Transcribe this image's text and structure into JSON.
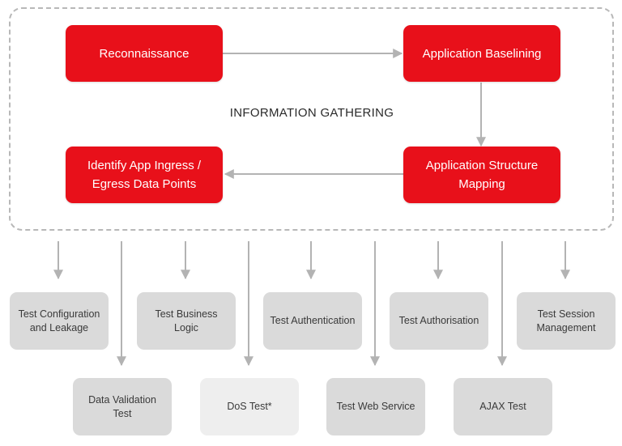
{
  "group": {
    "label": "INFORMATION GATHERING"
  },
  "steps": [
    {
      "id": "reconnaissance",
      "label": "Reconnaissance"
    },
    {
      "id": "application-baselining",
      "label": "Application Baselining"
    },
    {
      "id": "application-structure-mapping",
      "label": "Application Structure Mapping"
    },
    {
      "id": "identify-app-ingress",
      "label": "Identify App Ingress / Egress Data Points"
    }
  ],
  "tests_top": [
    {
      "label": "Test Configuration and Leakage"
    },
    {
      "label": "Test Business Logic"
    },
    {
      "label": "Test Authentication"
    },
    {
      "label": "Test Authorisation"
    },
    {
      "label": "Test Session Management"
    }
  ],
  "tests_bottom": [
    {
      "label": "Data Validation Test"
    },
    {
      "label": "DoS Test*"
    },
    {
      "label": "Test Web Service"
    },
    {
      "label": "AJAX Test"
    }
  ],
  "colors": {
    "step_fill": "#e8101a",
    "test_fill": "#dadada",
    "test_fill_light": "#eeeeee",
    "arrow": "#b3b3b3",
    "border": "#b8b8b8"
  }
}
